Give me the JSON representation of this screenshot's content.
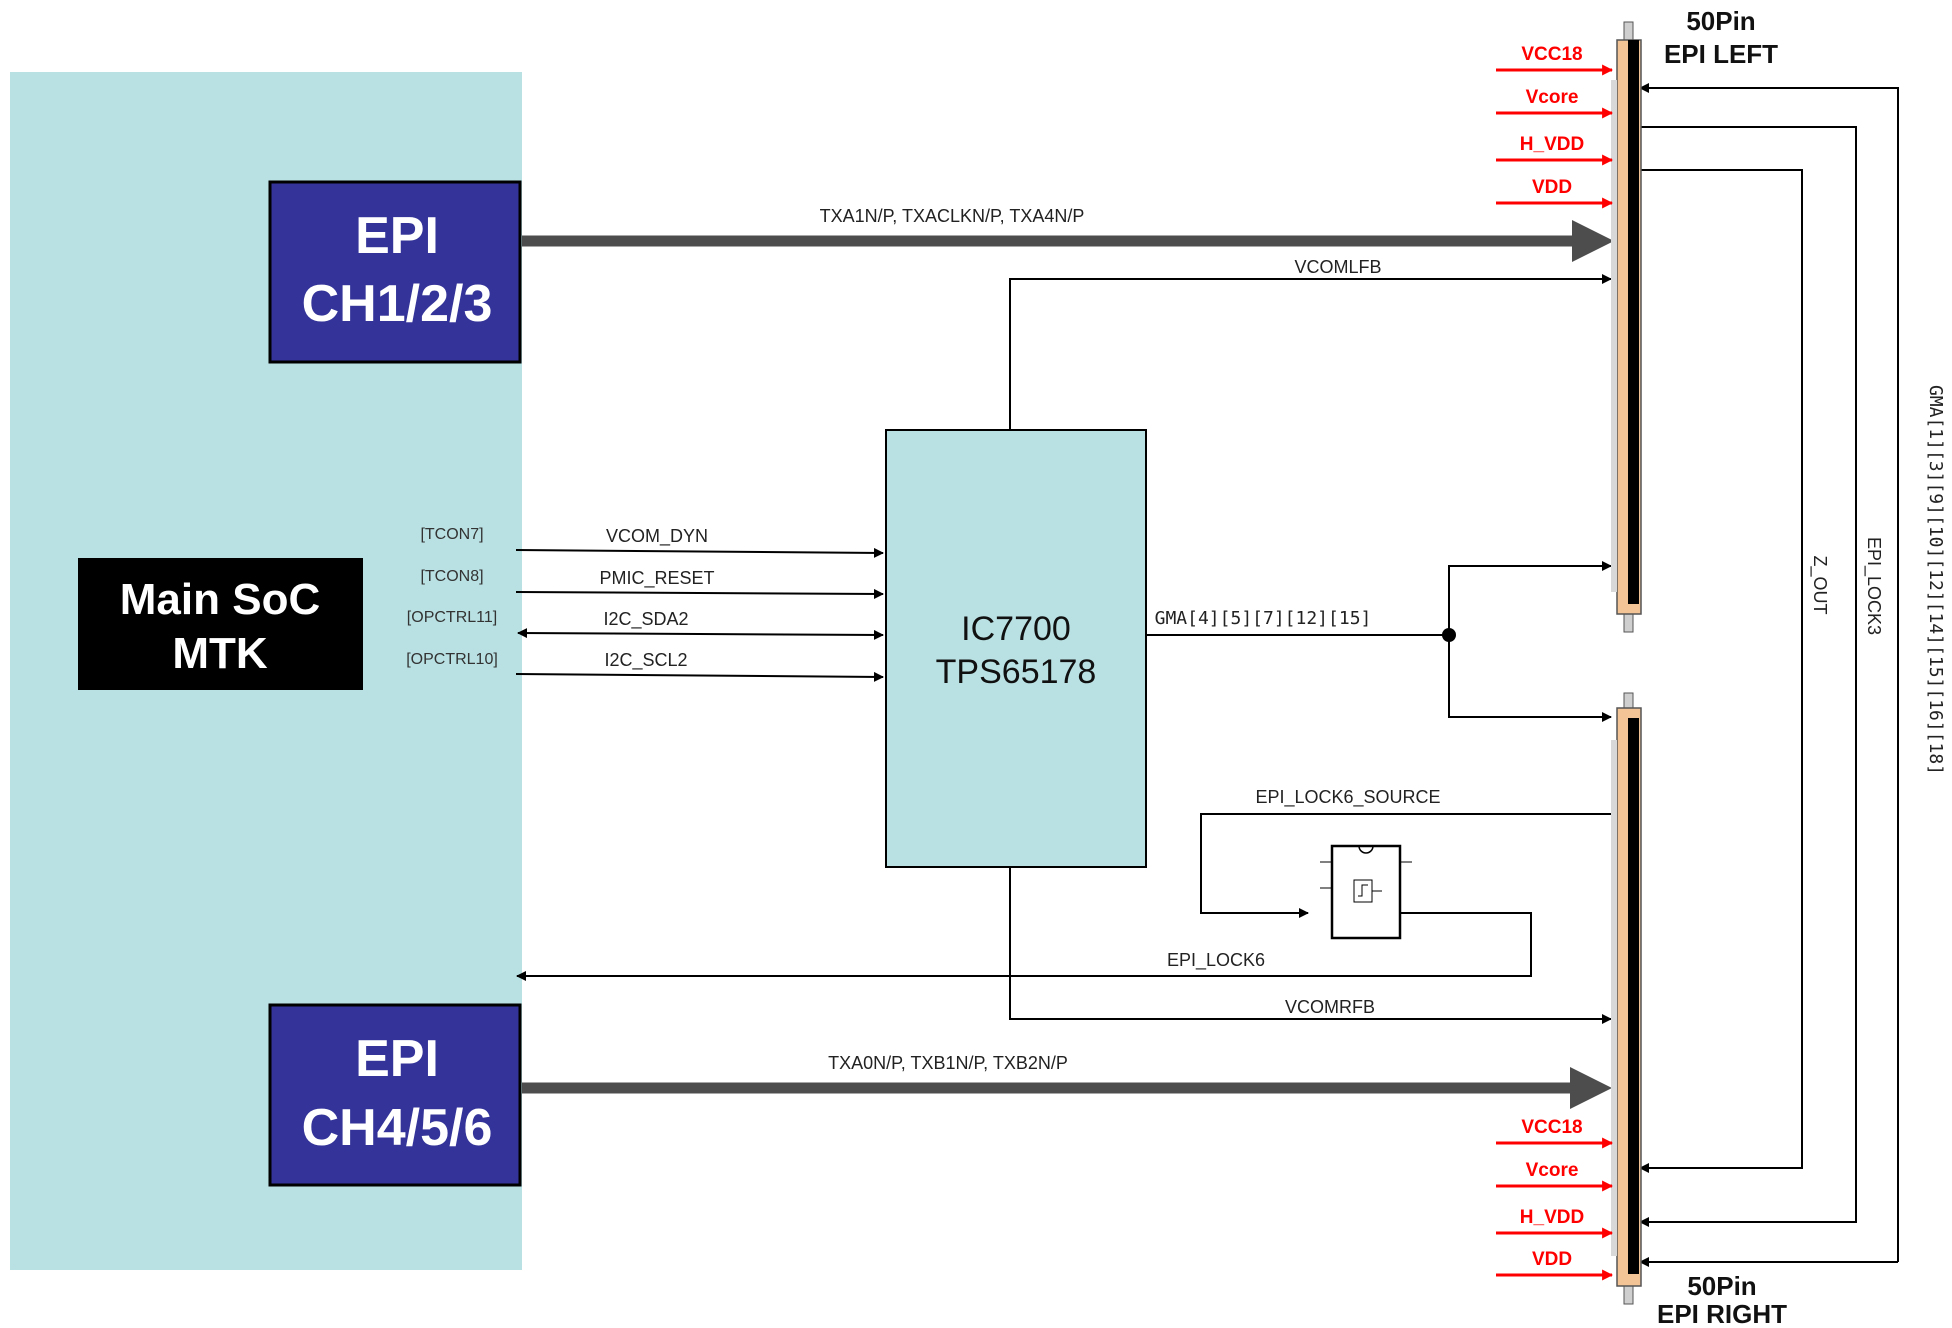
{
  "main_soc": {
    "line1": "Main SoC",
    "line2": "MTK"
  },
  "epi_top": {
    "line1": "EPI",
    "line2": "CH1/2/3"
  },
  "epi_bottom": {
    "line1": "EPI",
    "line2": "CH4/5/6"
  },
  "pmic": {
    "line1": "IC7700",
    "line2": "TPS65178"
  },
  "connector_left": {
    "line1": "50Pin",
    "line2": "EPI LEFT"
  },
  "connector_right": {
    "line1": "50Pin",
    "line2": "EPI RIGHT"
  },
  "bus_top_label": "TXA1N/P, TXACLKN/P, TXA4N/P",
  "bus_bottom_label": "TXA0N/P, TXB1N/P, TXB2N/P",
  "soc_pins": {
    "tcon7": "[TCON7]",
    "tcon8": "[TCON8]",
    "opctrl11": "[OPCTRL11]",
    "opctrl10": "[OPCTRL10]"
  },
  "signals": {
    "vcom_dyn": "VCOM_DYN",
    "pmic_reset": "PMIC_RESET",
    "i2c_sda2": "I2C_SDA2",
    "i2c_scl2": "I2C_SCL2",
    "vcomlfb": "VCOMLFB",
    "vcomrfb": "VCOMRFB",
    "gma_mid": "GMA[4][5][7][12][15]",
    "epi_lock6_source": "EPI_LOCK6_SOURCE",
    "epi_lock6": "EPI_LOCK6",
    "z_out": "Z_OUT",
    "epi_lock3": "EPI_LOCK3",
    "gma_side": "GMA[1][3][9][10][12][14][15][16][18]"
  },
  "power_rails_left": [
    "VCC18",
    "Vcore",
    "H_VDD",
    "VDD"
  ],
  "power_rails_right": [
    "VCC18",
    "Vcore",
    "H_VDD",
    "VDD"
  ],
  "colors": {
    "soc_bg": "#b9e1e3",
    "epi_box": "#333399",
    "soc_label_bg": "#000000",
    "pmic_bg": "#b9e1e3",
    "bus": "#4d4d4d",
    "power": "#ff0000",
    "connector_body": "#f2c496",
    "connector_bar": "#000000"
  }
}
